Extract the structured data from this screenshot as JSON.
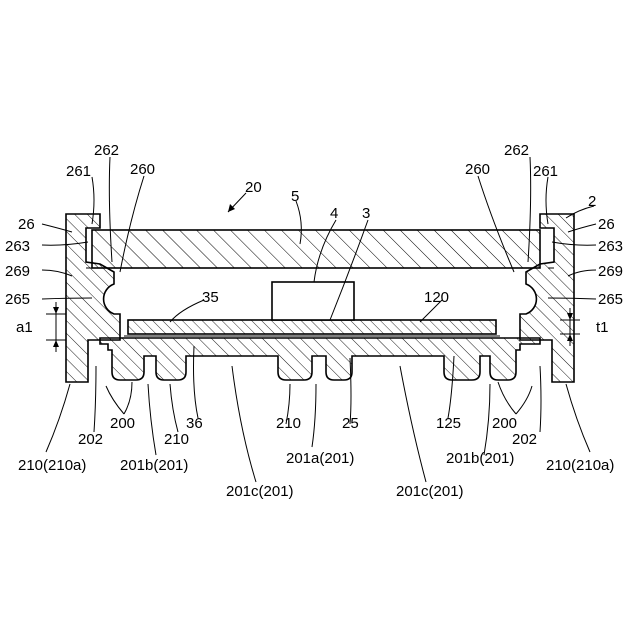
{
  "labels": {
    "l20": "20",
    "l5": "5",
    "l4": "4",
    "l3": "3",
    "l2": "2",
    "l262_left": "262",
    "l261_left": "261",
    "l260_left": "260",
    "l262_right": "262",
    "l261_right": "261",
    "l260_right": "260",
    "l26_left": "26",
    "l263_left": "263",
    "l269_left": "269",
    "l265_left": "265",
    "la1": "a1",
    "l26_right": "26",
    "l263_right": "263",
    "l269_right": "269",
    "l265_right": "265",
    "lt1": "t1",
    "l35": "35",
    "l120": "120",
    "l200_left": "200",
    "l202_left": "202",
    "l210a_left": "210(210a)",
    "l210_b1": "210",
    "l201b_left": "201b(201)",
    "l36": "36",
    "l201c_left": "201c(201)",
    "l210_center": "210",
    "l201a": "201a(201)",
    "l25": "25",
    "l201c_right": "201c(201)",
    "l125": "125",
    "l201b_right": "201b(201)",
    "l200_right": "200",
    "l202_right": "202",
    "l210a_right": "210(210a)"
  },
  "colors": {
    "line": "#000000",
    "background": "#ffffff"
  }
}
